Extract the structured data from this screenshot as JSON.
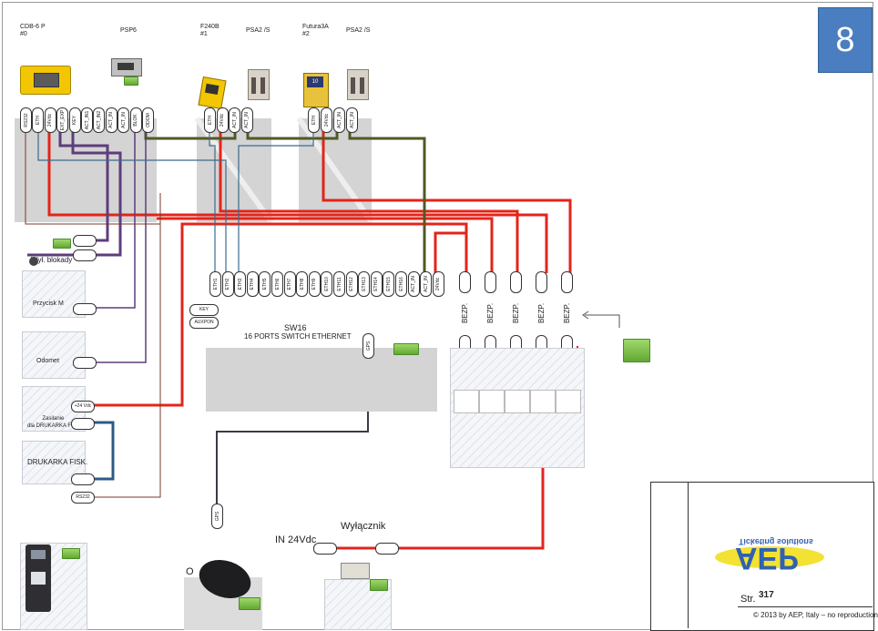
{
  "page_number": "8",
  "devices": {
    "cdb": "CDB-6 P\n#0",
    "psp6": "PSP6",
    "f240b": "F240B\n#1",
    "psa2_1": "PSA2 /S",
    "futura": "Futura3A\n#2",
    "psa2_2": "PSA2 /S",
    "futura_screen": "10"
  },
  "cdb_ports": [
    "RS232",
    "ETH",
    "24Vdc",
    "EXT_EXP",
    "KEY",
    "ACT_IN1",
    "ACT_IN2",
    "ACT_IN",
    "ACT_IN",
    "BLOK",
    "ODOM"
  ],
  "f240b_ports": [
    "ETH",
    "24Vdc",
    "ACT_IN",
    "ACT_IN"
  ],
  "futura_ports": [
    "ETH",
    "24Vdc",
    "ACT_IN",
    "ACT_IN"
  ],
  "switch_ports": [
    "ETH1",
    "ETH2",
    "ETH3",
    "ETH4",
    "ETH5",
    "ETH6",
    "ETH7",
    "ETH8",
    "ETH9",
    "ETH10",
    "ETH11",
    "ETH12",
    "ETH13",
    "ETH14",
    "ETH15",
    "ETH16",
    "ACT_IN",
    "ACT_IN",
    "24Vdc"
  ],
  "fuses": [
    "BEZP.",
    "BEZP.",
    "BEZP.",
    "BEZP.",
    "BEZP."
  ],
  "labels": {
    "blokady": "Wył. blokady",
    "przycisk": "Przycisk M",
    "odometr": "Odomet",
    "zasilanie": "Zasilanie\ndla DRUKARKA FOK",
    "v24": "+24 Vdc",
    "drukarka": "DRUKARKA FISK.",
    "rs232": "RS232",
    "key": "KEY",
    "auxpon": "AUXPON",
    "switch_title": "SW16",
    "switch_sub": "16 PORTS SWITCH ETHERNET",
    "gps": "GPS",
    "gps2": "GPS",
    "in24": "IN 24Vdc",
    "wylacznik": "Wyłącznik",
    "ops": "O        PS",
    "str_label": "Str.",
    "str_num": "317",
    "copyright": "© 2013 by AEP, Italy – no reproduction",
    "logo": "AEP",
    "logo_sub": "Ticketing solutions"
  },
  "colors": {
    "red": "#e3241b",
    "purple": "#5d3d7c",
    "olive": "#4e5a22",
    "blue": "#2d5a86",
    "steel": "#3b6b8a",
    "badge": "#4a7ec0",
    "logo_yellow": "#f3e233",
    "logo_blue": "#3161b0"
  }
}
